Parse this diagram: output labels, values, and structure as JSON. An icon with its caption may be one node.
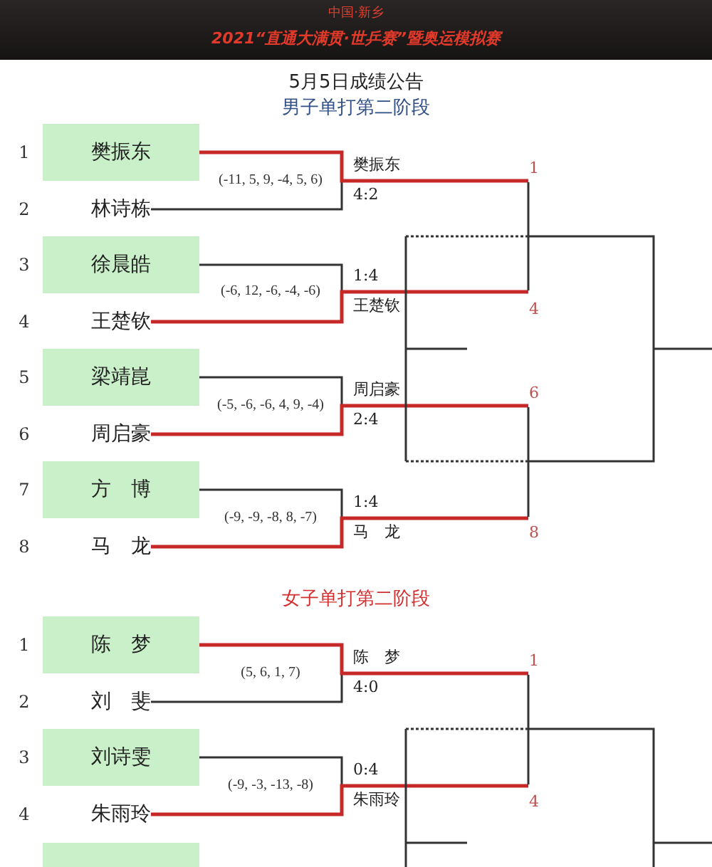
{
  "diagram": {
    "title": "5月5日成绩公告",
    "nodes": [
      {
        "text": [
          "樊振东"
        ]
      },
      {
        "text": [
          "林诗栋"
        ]
      },
      {
        "text": [
          "徐晨皓"
        ]
      },
      {
        "text": [
          "王楚钦"
        ]
      },
      {
        "text": [
          "梁靖崑"
        ]
      },
      {
        "text": [
          "周启豪"
        ]
      },
      {
        "text": [
          "方　博"
        ]
      },
      {
        "text": [
          "马　龙"
        ]
      },
      {
        "text": [
          "陈　梦"
        ]
      },
      {
        "text": [
          "刘　斐"
        ]
      },
      {
        "text": [
          "刘诗雯"
        ]
      },
      {
        "text": [
          "朱雨玲"
        ]
      },
      {
        "text": [],
        "shape": "box"
      },
      {
        "text": [
          "樊振东"
        ],
        "beside": [
          "4:2"
        ]
      },
      {
        "text": [
          "王楚钦"
        ],
        "beside": [
          "1:4"
        ]
      },
      {
        "text": [
          "周启豪"
        ],
        "beside": [
          "2:4"
        ]
      },
      {
        "text": [
          "马　龙"
        ],
        "beside": [
          "1:4"
        ]
      },
      {
        "text": [
          "陈　梦"
        ],
        "beside": [
          "4:0"
        ]
      },
      {
        "text": [
          "朱雨玲"
        ],
        "beside": [
          "0:4"
        ]
      }
    ],
    "edges": [
      {
        "from": 1,
        "to": 13,
        "arrow": "none"
      },
      {
        "from": 2,
        "to": 14,
        "arrow": "none"
      },
      {
        "from": 4,
        "to": 15,
        "arrow": "none"
      },
      {
        "from": 6,
        "to": 16,
        "arrow": "none"
      },
      {
        "from": 9,
        "to": 17,
        "arrow": "none"
      },
      {
        "from": 10,
        "to": 18,
        "arrow": "none"
      },
      {
        "from": 0,
        "to": 13,
        "arrow": "none",
        "color": "#c62828"
      },
      {
        "from": 3,
        "to": 14,
        "arrow": "none",
        "color": "#c62828"
      },
      {
        "from": 5,
        "to": 15,
        "arrow": "none",
        "color": "#c62828"
      },
      {
        "from": 7,
        "to": 16,
        "arrow": "none",
        "color": "#c62828"
      },
      {
        "from": 8,
        "to": 17,
        "arrow": "none",
        "color": "#c62828"
      },
      {
        "from": 11,
        "to": 18,
        "arrow": "none",
        "color": "#c62828"
      }
    ],
    "labels": [
      "中国·新乡",
      "2021“直通大满贯·世乒赛”暨奥运模拟赛",
      "男子单打第二阶段",
      "1",
      "1",
      "(-11, 5, 9, -4, 5, 6)",
      "2",
      "3",
      "(-6, 12, -6, -4, -6)",
      "4",
      "4",
      "5",
      "6",
      "(-5, -6, -6, 4, 9, -4)",
      "6",
      "7",
      "(-9, -9, -8, 8, -7)",
      "8",
      "8",
      "女子单打第二阶段",
      "1",
      "1",
      "(5, 6, 1, 7)",
      "2",
      "3",
      "(-9, -3, -13, -8)",
      "4",
      "4"
    ]
  }
}
